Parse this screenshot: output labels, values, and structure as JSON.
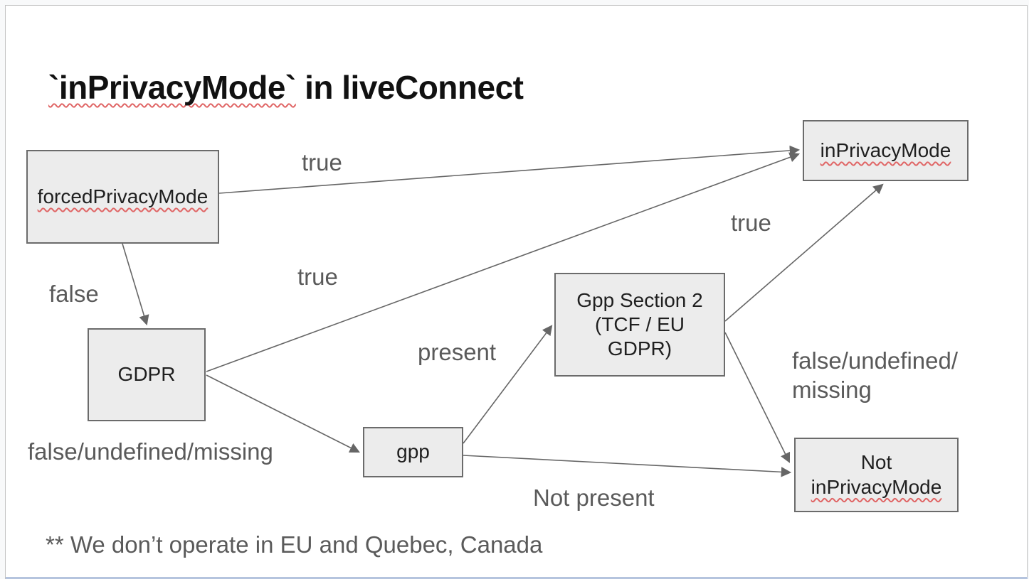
{
  "header": {
    "title_code": "`inPrivacyMode`",
    "title_rest": " in liveConnect"
  },
  "footnote": "** We don’t operate in EU and Quebec, Canada",
  "colors": {
    "node_fill": "#ececec",
    "node_border": "#6b6b6b",
    "wire": "#666666",
    "label_gray": "#5a5a5a",
    "spellcheck_red": "#e06666",
    "page_margin": "#f8f9fa",
    "bottom_edge_blue": "#b5c4de"
  },
  "diagram": {
    "nodes": {
      "forced_privacy_mode": {
        "label": "forcedPrivacyMode",
        "misspell_squiggle": true
      },
      "in_privacy_mode": {
        "label": "inPrivacyMode",
        "misspell_squiggle": true
      },
      "gdpr": {
        "label": "GDPR",
        "misspell_squiggle": false
      },
      "gpp_section_2": {
        "lines": [
          "Gpp Section 2",
          "(TCF / EU",
          "GDPR)"
        ],
        "misspell_squiggle": false
      },
      "gpp": {
        "label": "gpp",
        "misspell_squiggle": false
      },
      "not_in_privacy_mode": {
        "lines": [
          "Not",
          "inPrivacyMode"
        ],
        "misspell_squiggle": true
      }
    },
    "edges": {
      "forced_true": {
        "from": "forcedPrivacyMode",
        "to": "inPrivacyMode",
        "label": "true"
      },
      "forced_false": {
        "from": "forcedPrivacyMode",
        "to": "GDPR",
        "label": "false"
      },
      "gdpr_true": {
        "from": "GDPR",
        "to": "inPrivacyMode",
        "label": "true"
      },
      "gdpr_false": {
        "from": "GDPR",
        "to": "gpp",
        "label": "false/undefined/missing"
      },
      "gpp_present": {
        "from": "gpp",
        "to": "Gpp Section 2 (TCF / EU GDPR)",
        "label": "present"
      },
      "gpp_not_present": {
        "from": "gpp",
        "to": "Not inPrivacyMode",
        "label": "Not present"
      },
      "section_true": {
        "from": "Gpp Section 2 (TCF / EU GDPR)",
        "to": "inPrivacyMode",
        "label": "true"
      },
      "section_false": {
        "from": "Gpp Section 2 (TCF / EU GDPR)",
        "to": "Not inPrivacyMode",
        "label": "false/undefined/\nmissing"
      }
    }
  }
}
